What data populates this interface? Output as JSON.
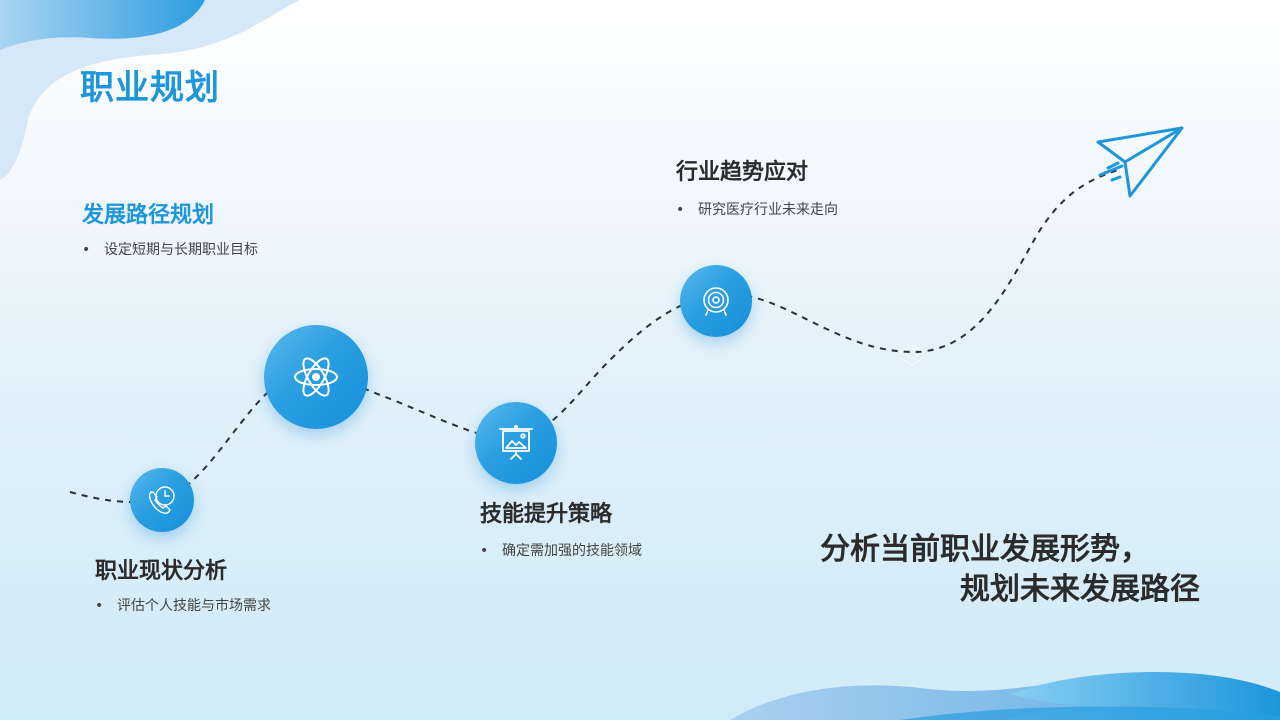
{
  "page": {
    "title": "职业规划",
    "accent_color": "#1f96d9",
    "text_color": "#2b2b2b"
  },
  "steps": [
    {
      "heading": "职业现状分析",
      "bullet": "评估个人技能与市场需求",
      "icon": "phone-clock-icon"
    },
    {
      "heading": "发展路径规划",
      "bullet": "设定短期与长期职业目标",
      "icon": "atom-icon"
    },
    {
      "heading": "技能提升策略",
      "bullet": "确定需加强的技能领域",
      "icon": "presentation-board-icon"
    },
    {
      "heading": "行业趋势应对",
      "bullet": "研究医疗行业未来走向",
      "icon": "target-icon"
    }
  ],
  "summary": {
    "line1": "分析当前职业发展形势，",
    "line2": "规划未来发展路径"
  },
  "bullet_char": "•",
  "end_icon": "paper-plane-icon"
}
